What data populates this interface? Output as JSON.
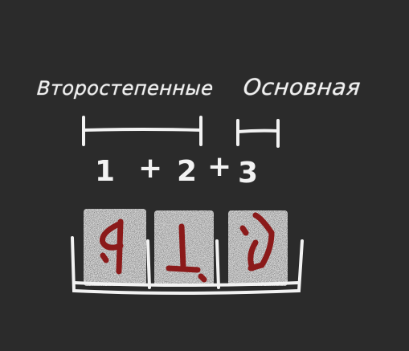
{
  "labels": {
    "secondary": "Второстепенные",
    "main": "Основная"
  },
  "equation": {
    "term_1": "1",
    "plus_1": "+",
    "term_2": "2",
    "plus_2": "+",
    "term_3": "3"
  },
  "colors": {
    "background": "#2b2b2b",
    "chalk": "#f2f2f2",
    "tile": "#e7e7e7",
    "rune": "#8b1a1a"
  }
}
